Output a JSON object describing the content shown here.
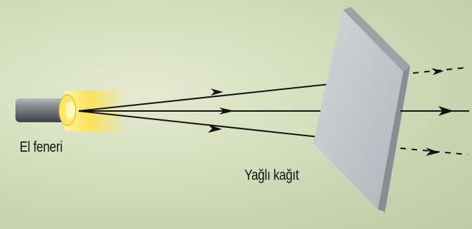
{
  "labels": {
    "flashlight": "El feneri",
    "paper": "Yağlı kağıt"
  },
  "colors": {
    "background": "#d6dfbd",
    "paper_face": "#bfc3c7",
    "paper_edge": "#8f9499",
    "ray": "#111111",
    "flashlight_body": "#6f7377",
    "light_glow": "#ffe24a"
  },
  "rays": {
    "incoming_count": 3,
    "outgoing_solid_count": 1,
    "outgoing_dashed_count": 2
  }
}
